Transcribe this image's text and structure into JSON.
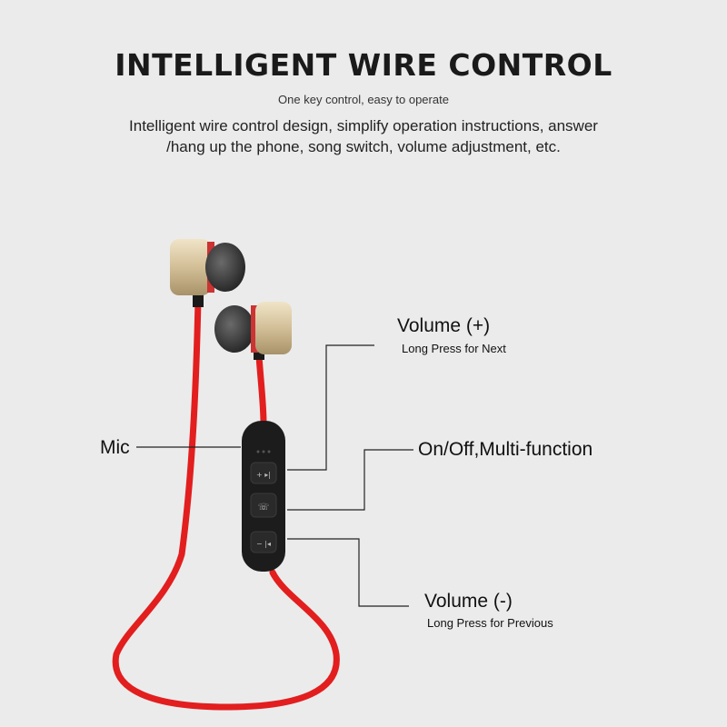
{
  "header": {
    "title": "INTELLIGENT WIRE CONTROL",
    "subtitle": "One key control, easy to operate",
    "description_line1": "Intelligent wire control design, simplify operation instructions, answer",
    "description_line2": "/hang up the phone, song switch, volume adjustment, etc."
  },
  "callouts": {
    "mic": "Mic",
    "volume_up": "Volume (+)",
    "volume_up_sub": "Long Press for Next",
    "multi": "On/Off,Multi-function",
    "volume_down": "Volume (-)",
    "volume_down_sub": "Long Press for Previous"
  },
  "colors": {
    "background": "#ebebeb",
    "cable": "#e21e1e",
    "earbud_gold": "#d6c4a0",
    "control_body": "#1c1c1c"
  }
}
